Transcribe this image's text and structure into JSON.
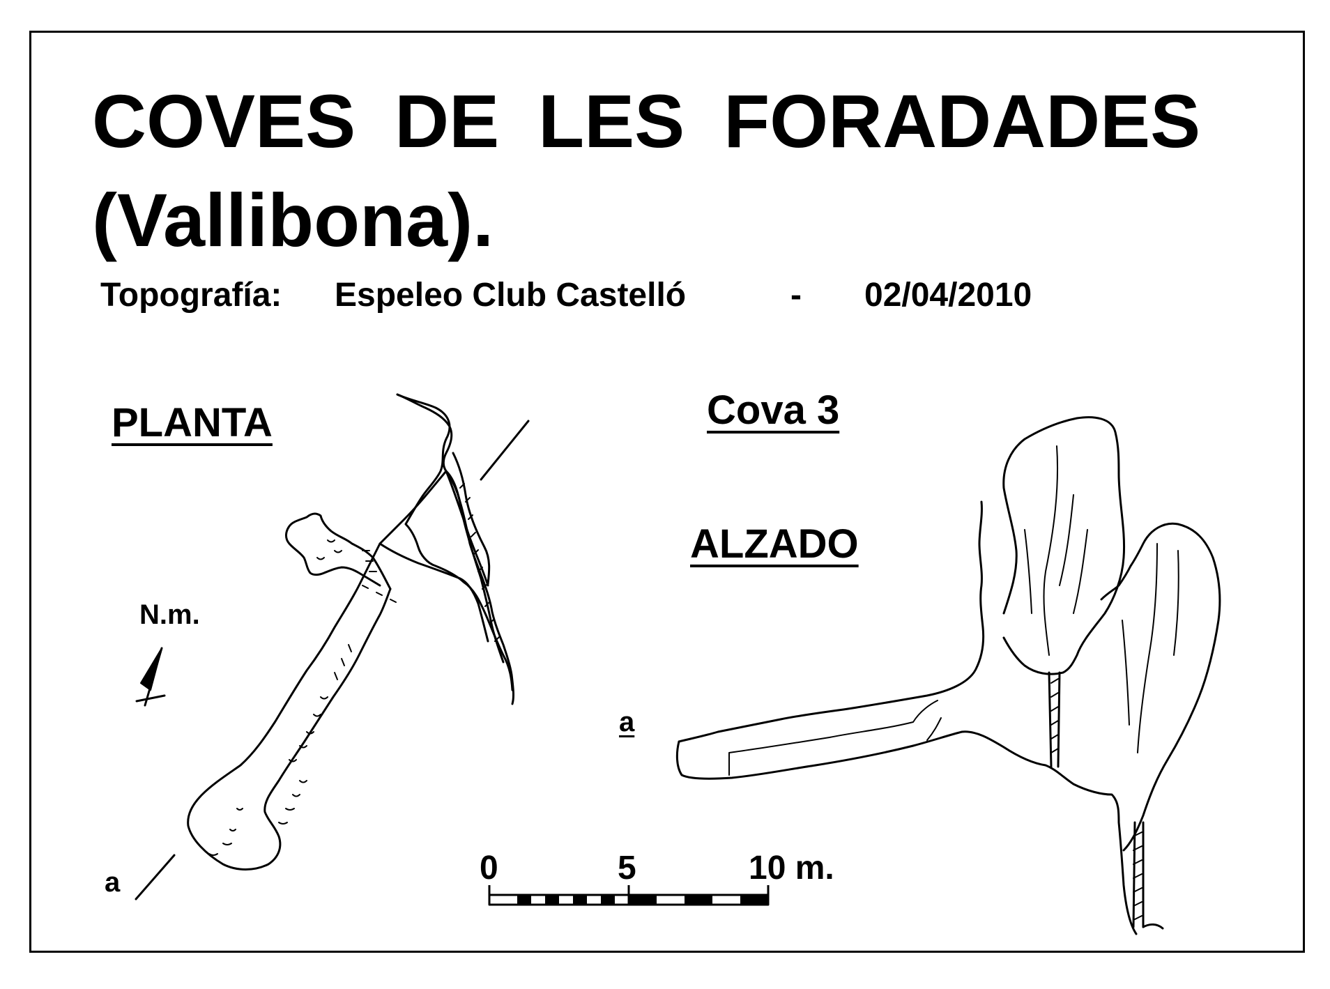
{
  "title": {
    "words": [
      "COVES",
      "DE",
      "LES",
      "FORADADES"
    ],
    "line2": "(Vallibona)."
  },
  "credit": {
    "label": "Topografía:",
    "author": "Espeleo Club Castelló",
    "separator": "-",
    "date": "02/04/2010"
  },
  "plan": {
    "heading": "PLANTA",
    "north_label": "N.m.",
    "section_label": "a"
  },
  "cave_name": "Cova 3",
  "elevation": {
    "heading": "ALZADO",
    "section_label": "a"
  },
  "scale": {
    "ticks": [
      "0",
      "5",
      "10 m."
    ]
  }
}
